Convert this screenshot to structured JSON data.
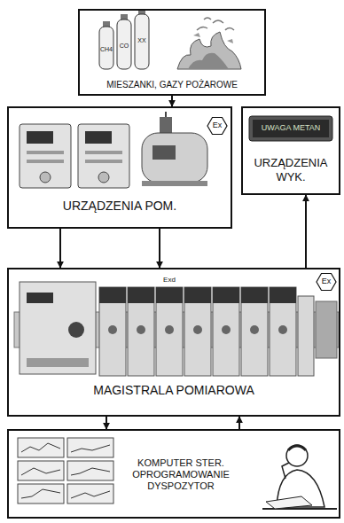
{
  "diagram": {
    "nodes": [
      {
        "text": [
          "MIESZANKI, GAZY POŻAROWE"
        ]
      },
      {
        "text": [
          "URZĄDZENIA POM."
        ]
      },
      {
        "text": [
          "URZĄDZENIA WYK."
        ]
      },
      {
        "text": [
          "MAGISTRALA POMIAROWA"
        ]
      },
      {
        "text": [
          "KOMPUTER STER. OPROGRAMOWANIE DYSPOZYTOR"
        ]
      }
    ],
    "edges": [
      {
        "from": 0,
        "to": 1,
        "arrow": "to"
      },
      {
        "from": 1,
        "to": 3,
        "arrow": "to"
      },
      {
        "from": 1,
        "to": 3,
        "arrow": "to"
      },
      {
        "from": 3,
        "to": 2,
        "arrow": "to"
      },
      {
        "from": 3,
        "to": 4,
        "arrow": "to"
      },
      {
        "from": 4,
        "to": 3,
        "arrow": "to"
      }
    ],
    "labels": [
      "CH4",
      "CO",
      "XX",
      "Ex",
      "UWAGA METAN",
      "Exd",
      "Ex"
    ]
  }
}
